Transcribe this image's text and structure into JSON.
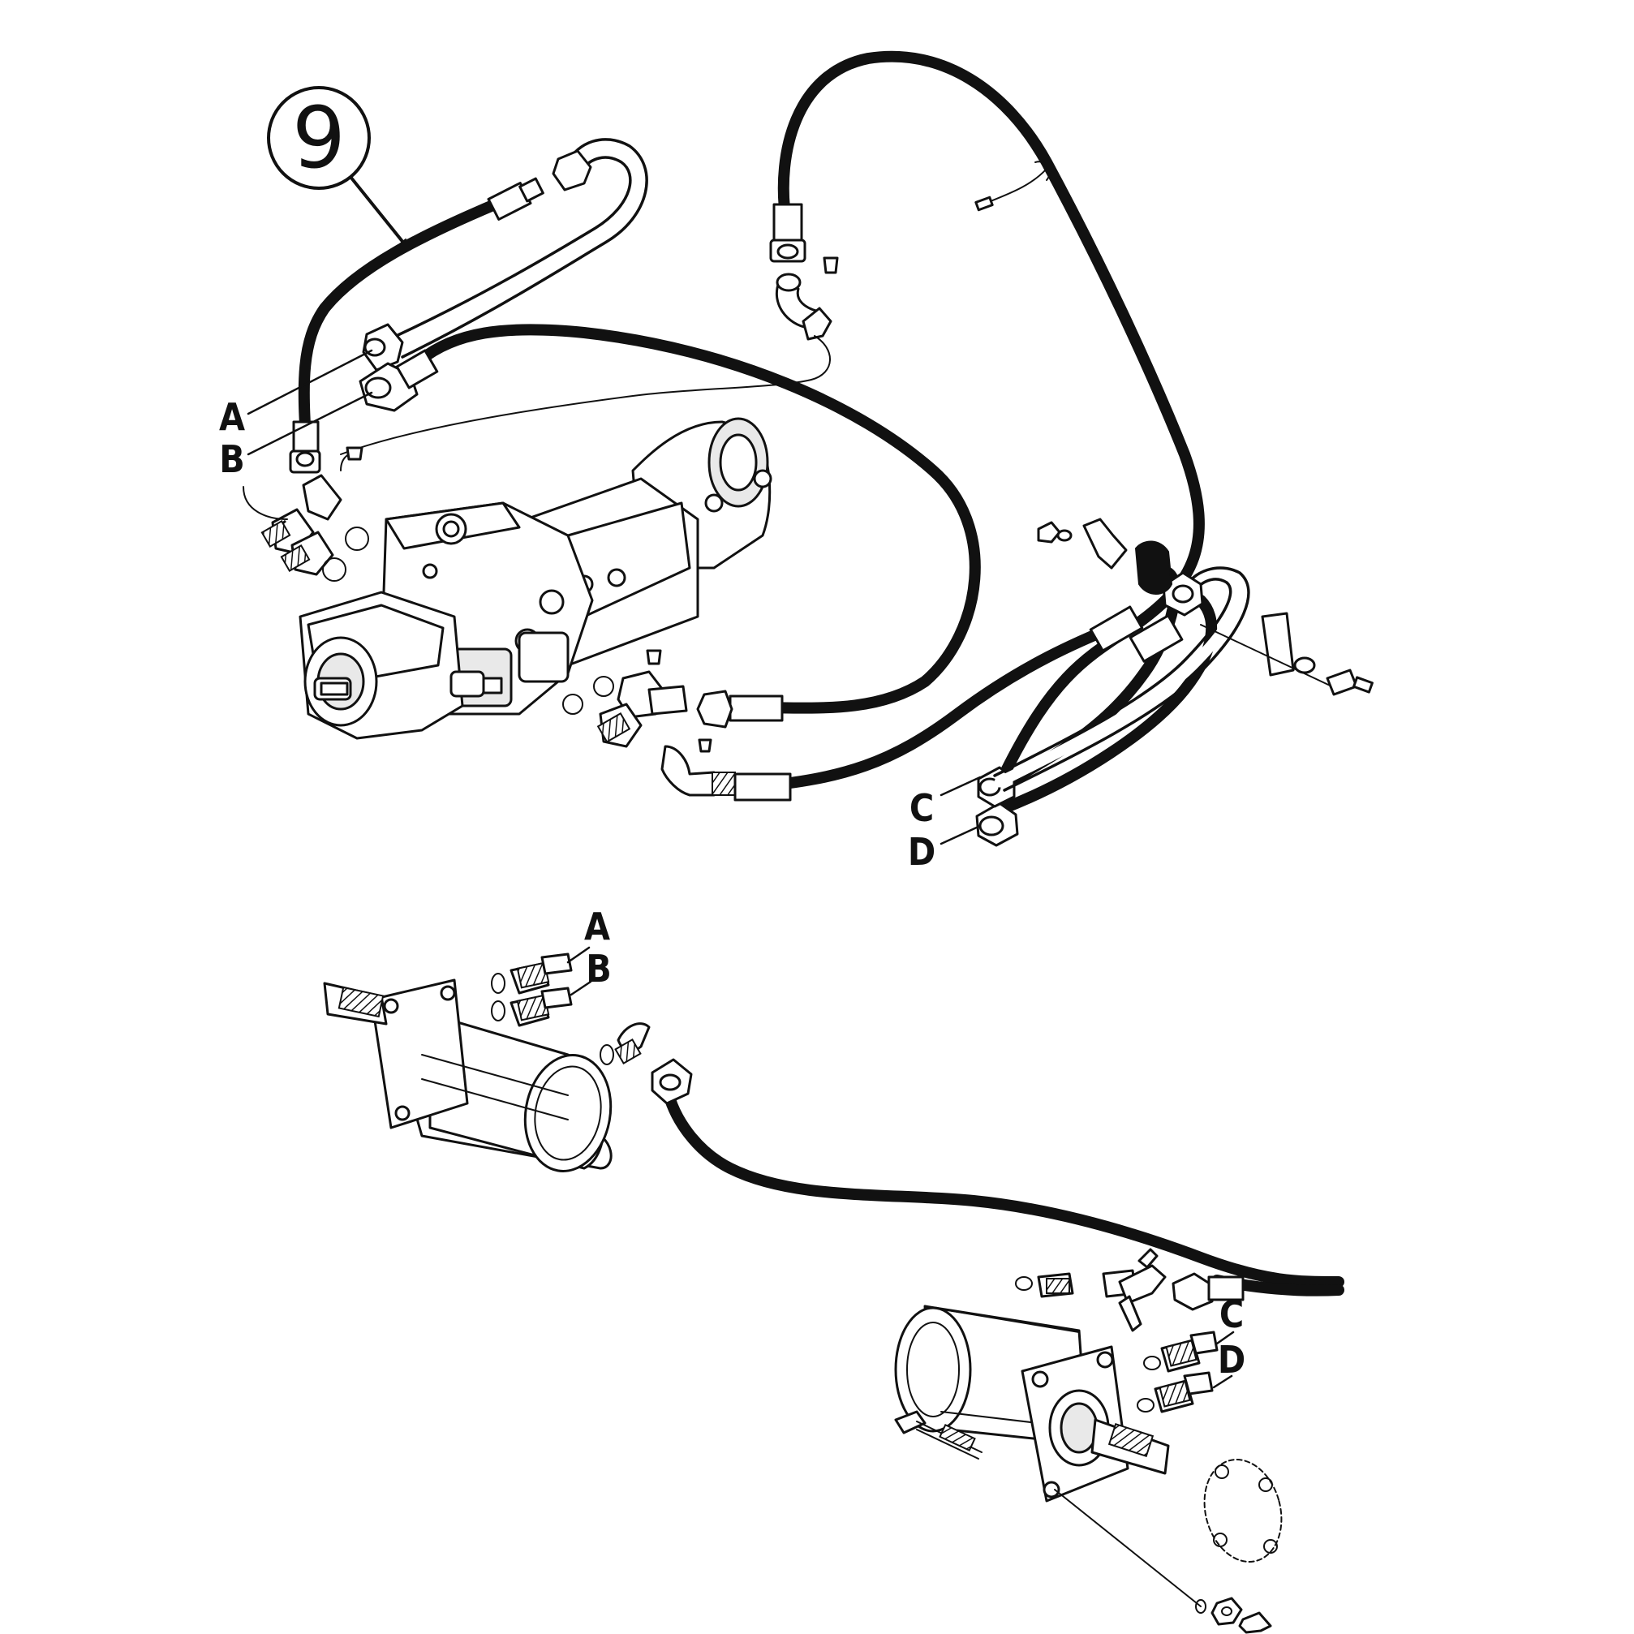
{
  "callout": {
    "number": "9"
  },
  "labels": {
    "top_a": "A",
    "top_b": "B",
    "top_c": "C",
    "top_d": "D",
    "bottom_a": "A",
    "bottom_b": "B",
    "bottom_c": "C",
    "bottom_d": "D"
  }
}
